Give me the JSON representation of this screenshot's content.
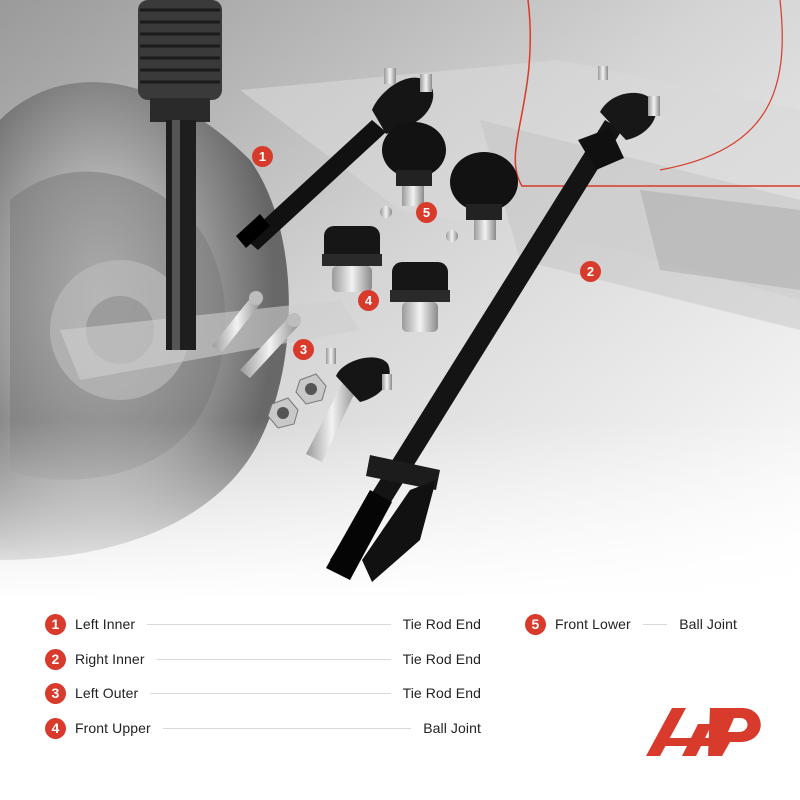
{
  "legend": [
    {
      "number": "1",
      "position": "Left Inner",
      "part": "Tie Rod End"
    },
    {
      "number": "2",
      "position": "Right Inner",
      "part": "Tie Rod End"
    },
    {
      "number": "3",
      "position": "Left Outer",
      "part": "Tie Rod End"
    },
    {
      "number": "4",
      "position": "Front Upper",
      "part": "Ball Joint"
    },
    {
      "number": "5",
      "position": "Front Lower",
      "part": "Ball Joint"
    }
  ],
  "callouts": [
    "1",
    "2",
    "3",
    "4",
    "5"
  ],
  "colors": {
    "accent": "#d83a2b",
    "part_black": "#151515",
    "background": "#ffffff"
  },
  "icons": {
    "logo": "a-premium-logo-icon"
  }
}
